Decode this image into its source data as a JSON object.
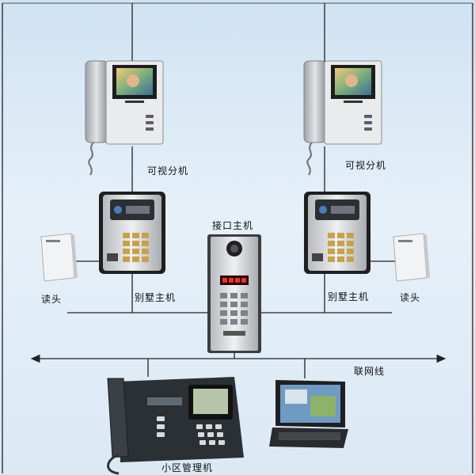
{
  "labels": {
    "video_extension_left": "可视分机",
    "video_extension_right": "可视分机",
    "villa_host_left": "别墅主机",
    "villa_host_right": "别墅主机",
    "card_reader_left": "读头",
    "card_reader_right": "读头",
    "interface_host": "接口主机",
    "network_line": "联网线",
    "community_manager": "小区管理机"
  },
  "colors": {
    "background_top": "#cfe3f3",
    "background_bottom": "#dbe9f5",
    "wire": "#222222",
    "device_silver": "#c9ccd0",
    "keypad_gold": "#c8a24a"
  },
  "icons": [
    "video-monitor-icon",
    "villa-door-station-icon",
    "card-reader-icon",
    "interface-door-panel-icon",
    "management-console-icon",
    "laptop-icon",
    "network-arrow-icon"
  ]
}
